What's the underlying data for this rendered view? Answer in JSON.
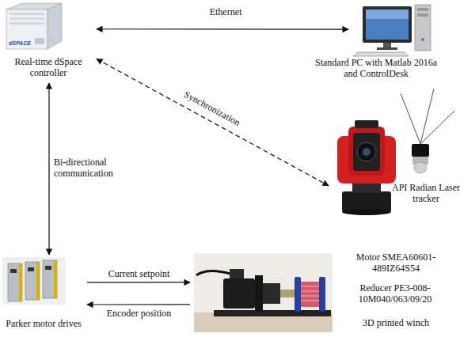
{
  "diagram": {
    "nodes": [
      {
        "text": [
          "Real-time dSpace controller"
        ]
      },
      {
        "text": [
          "Standard PC with Matlab 2016a and ControlDesk"
        ]
      },
      {
        "text": [
          "API Radian Laser tracker"
        ]
      },
      {
        "text": [
          "Parker motor drives"
        ]
      },
      {
        "text": [
          "Motor SMEA60601- 489IZ64S54",
          "Reducer PE3-008-10M040/063/09/20",
          "3D printed winch"
        ]
      }
    ],
    "edges": [
      {
        "from": 0,
        "to": 1,
        "label": "Ethernet",
        "arrow": "both"
      },
      {
        "from": 0,
        "to": 2,
        "label": "Synchronization",
        "arrow": "both"
      },
      {
        "from": 0,
        "to": 3,
        "label": "Bi-directional communication",
        "arrow": "both"
      },
      {
        "from": 3,
        "to": 4,
        "label": "Current setpoint",
        "arrow": "to"
      },
      {
        "from": 4,
        "to": 3,
        "label": "Encoder position",
        "arrow": "to"
      }
    ],
    "labels": [
      "dSPACE"
    ]
  }
}
